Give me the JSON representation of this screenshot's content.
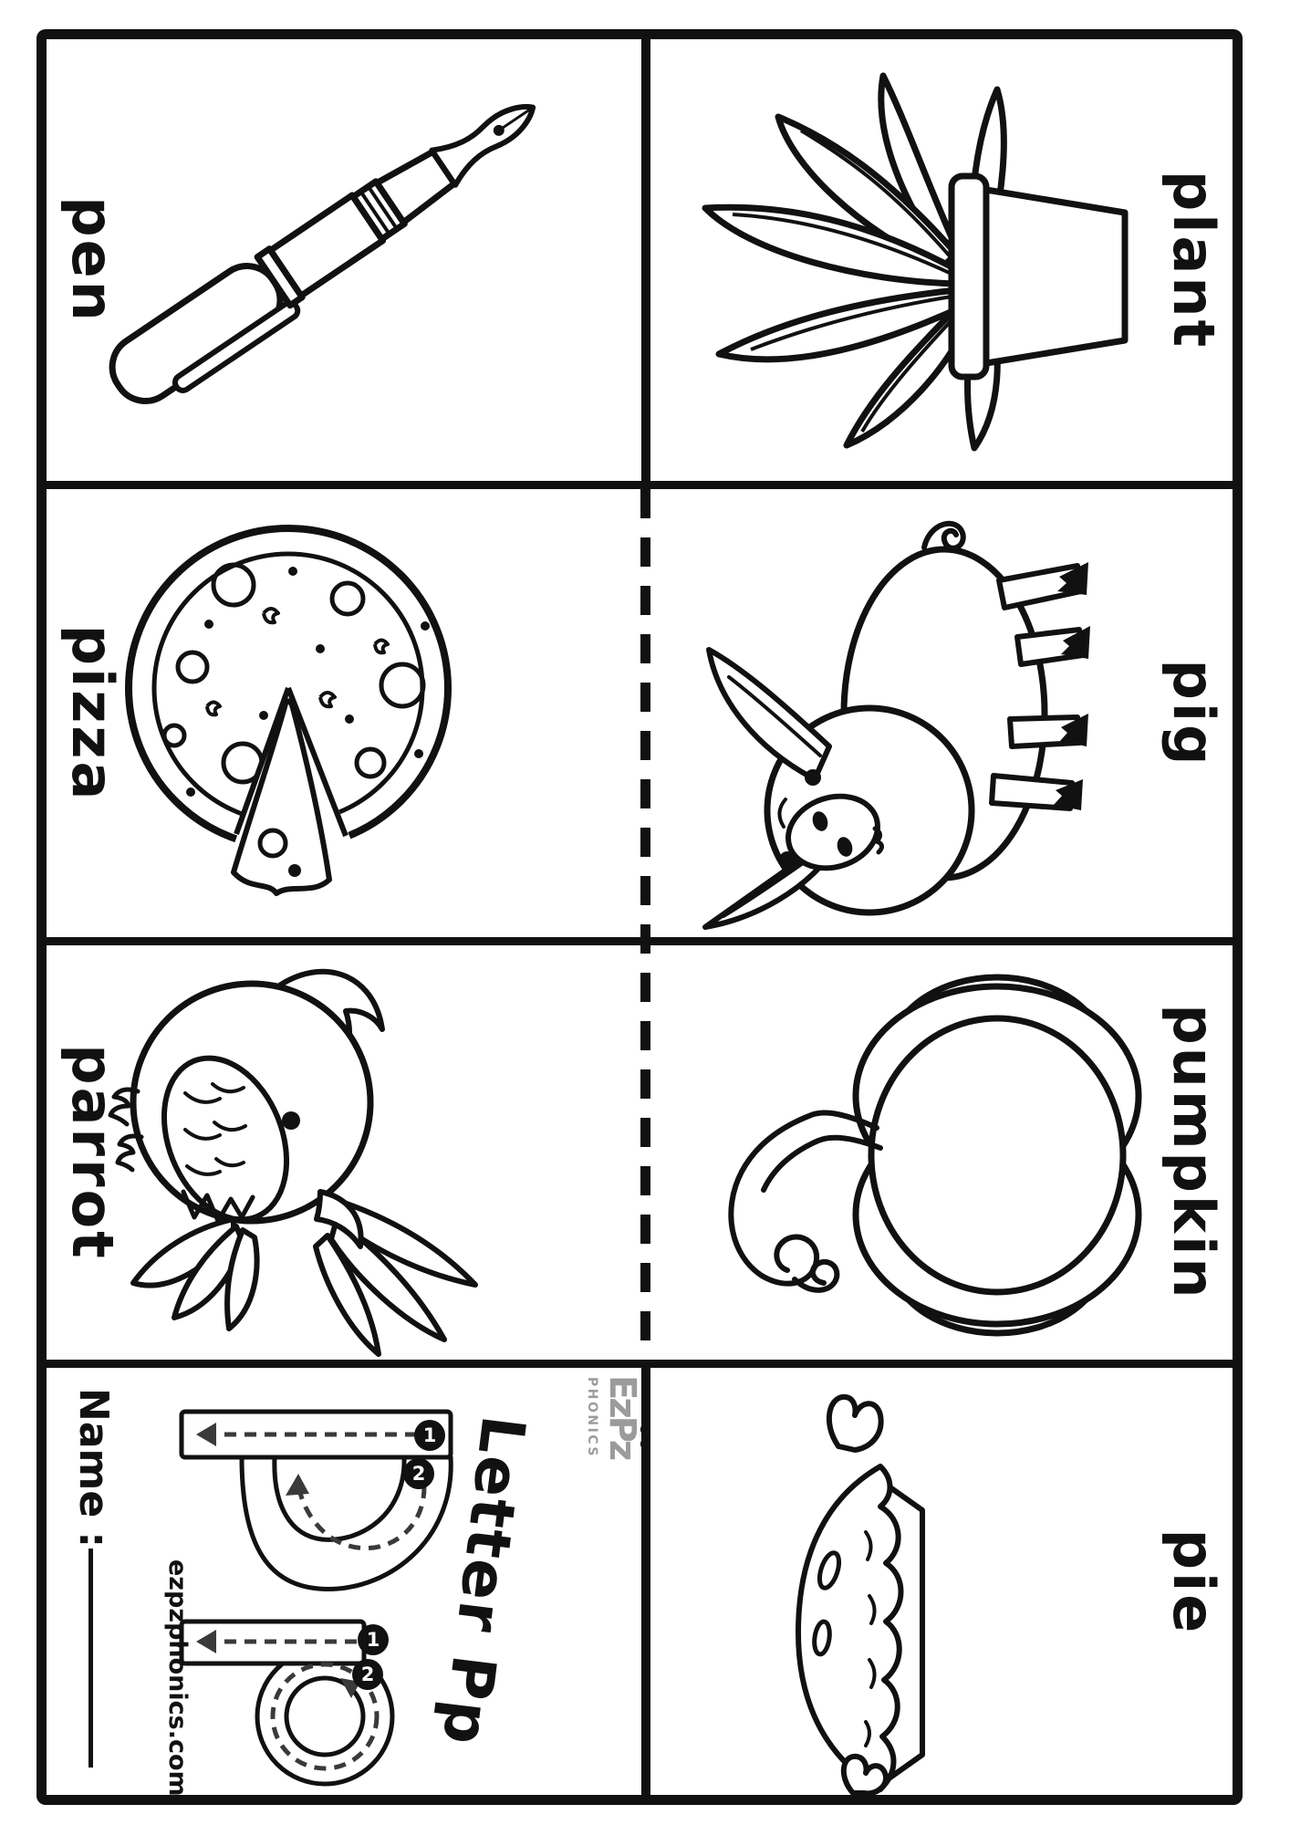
{
  "colors": {
    "ink": "#111111",
    "logo_gray": "#9b9b9b",
    "paper": "#ffffff"
  },
  "cells": {
    "pen": {
      "word": "pen"
    },
    "plant": {
      "word": "plant"
    },
    "pizza": {
      "word": "pizza"
    },
    "pig": {
      "word": "pig"
    },
    "parrot": {
      "word": "parrot"
    },
    "pumpkin": {
      "word": "pumpkin"
    },
    "pie": {
      "word": "pie"
    }
  },
  "title_card": {
    "name_label": "Name :",
    "website": "ezpzphonics.com",
    "title": "Letter Pp",
    "logo_text": "EzPz",
    "logo_subtext": "PHONICS",
    "trace_upper": {
      "stroke1": "1",
      "stroke2": "2"
    },
    "trace_lower": {
      "stroke1": "1",
      "stroke2": "2"
    }
  }
}
